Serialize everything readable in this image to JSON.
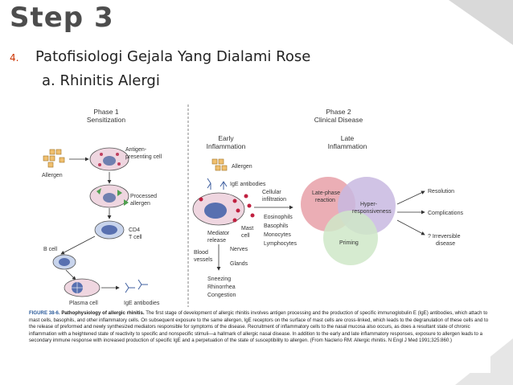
{
  "slide": {
    "title": "Step 3",
    "item_number": "4.",
    "item_label": "Patofisiologi Gejala Yang Dialami Rose",
    "sub_item": "a. Rhinitis Alergi"
  },
  "figure": {
    "phase1_title": "Phase 1",
    "phase1_sub": "Sensitization",
    "phase2_title": "Phase 2",
    "phase2_sub": "Clinical Disease",
    "early_title": "Early",
    "early_sub": "Inflammation",
    "late_title": "Late",
    "late_sub": "Inflammation",
    "labels": {
      "allergen1": "Allergen",
      "apc1": "Antigen-",
      "apc2": "presenting cell",
      "processed1": "Processed",
      "processed2": "allergen",
      "cd4_1": "CD4",
      "cd4_2": "T cell",
      "bcell": "B cell",
      "plasma": "Plasma cell",
      "ige1": "IgE antibodies",
      "allergen2": "Allergen",
      "ige2": "IgE antibodies",
      "mast1": "Mast",
      "mast2": "cell",
      "mediator1": "Mediator",
      "mediator2": "release",
      "nerves": "Nerves",
      "blood1": "Blood",
      "blood2": "vessels",
      "glands": "Glands",
      "sneezing": "Sneezing",
      "rhinorrhea": "Rhinorrhea",
      "congestion": "Congestion",
      "cellular1": "Cellular",
      "cellular2": "infiltration",
      "eos": "Eosinophils",
      "baso": "Basophils",
      "mono": "Monocytes",
      "lympho": "Lymphocytes",
      "late1": "Late-phase",
      "late2": "reaction",
      "hyper1": "Hyper-",
      "hyper2": "responsiveness",
      "priming": "Priming",
      "resolution": "Resolution",
      "complications": "Complications",
      "irrev1": "? Irreversible",
      "irrev2": "disease"
    },
    "caption_label": "FIGURE 38-6.",
    "caption_bold": "Pathophysiology of allergic rhinitis.",
    "caption_text": "The first stage of development of allergic rhinitis involves antigen processing and the production of specific immunoglobulin E (IgE) antibodies, which attach to mast cells, basophils, and other inflammatory cells. On subsequent exposure to the same allergen, IgE receptors on the surface of mast cells are cross-linked, which leads to the degranulation of these cells and to the release of preformed and newly synthesized mediators responsible for symptoms of the disease. Recruitment of inflammatory cells to the nasal mucosa also occurs, as does a resultant state of chronic inflammation with a heightened state of reactivity to specific and nonspecific stimuli—a hallmark of allergic nasal disease. In addition to the early and late inflammatory responses, exposure to allergen leads to a secondary immune response with increased production of specific IgE and a perpetuation of the state of susceptibility to allergen.",
    "caption_source": "(From Naclerio RM: Allergic rhinitis. N Engl J Med 1991;325:860.)"
  },
  "colors": {
    "title": "#4d4d4d",
    "number": "#cc3300",
    "caption_label": "#2a5a9a",
    "late_phase_circle": "#e8a0a8",
    "hyper_circle": "#c8b8e0",
    "priming_circle": "#cfe8c8"
  }
}
